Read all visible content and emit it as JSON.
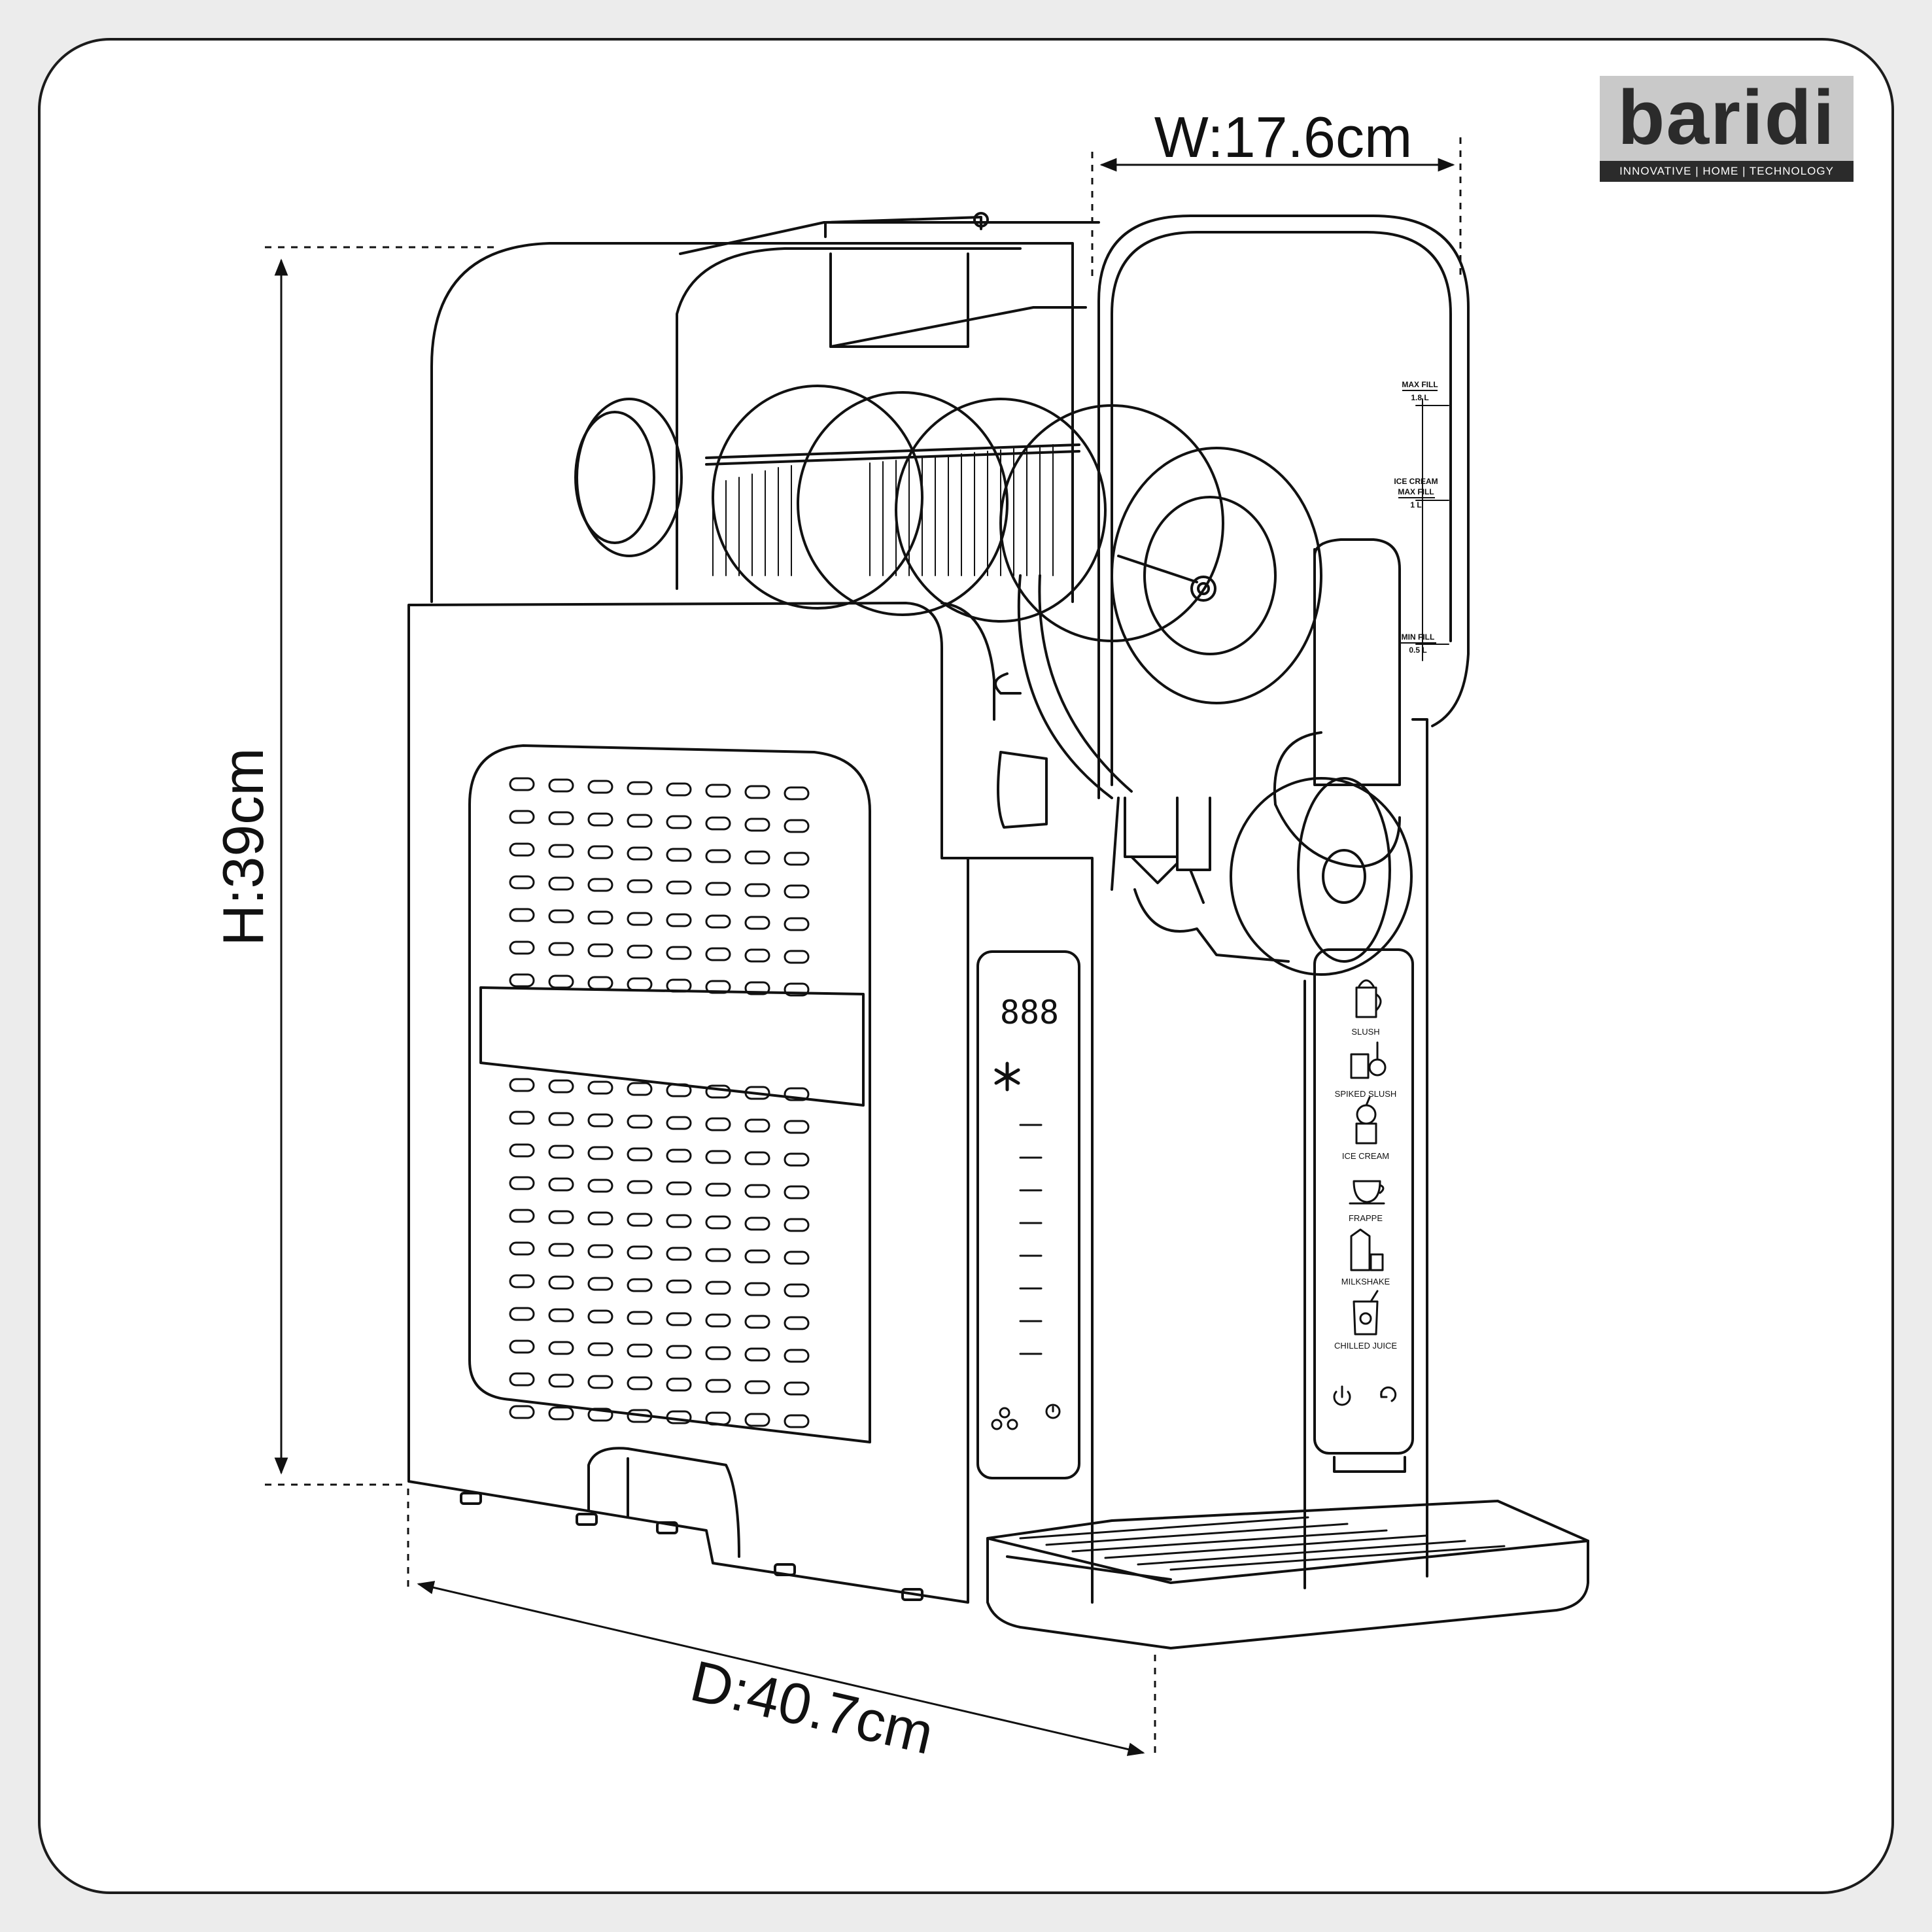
{
  "brand": {
    "name": "baridi",
    "tagline": "INNOVATIVE | HOME | TECHNOLOGY",
    "colors": {
      "box": "#c9c9c9",
      "bar": "#2b2b2b",
      "line": "#111111"
    }
  },
  "dimensions": {
    "width": "W:17.6cm",
    "height": "H:39cm",
    "depth": "D:40.7cm"
  },
  "bowl_marks": {
    "max_fill": {
      "title": "MAX FILL",
      "value": "1.8 L"
    },
    "ice_cream": {
      "title1": "ICE CREAM",
      "title2": "MAX FILL",
      "value": "1 L"
    },
    "min_fill": {
      "title": "MIN FILL",
      "value": "0.5 L"
    }
  },
  "display": {
    "readout": "888",
    "icons": [
      "snowflake-icon",
      "fan-icon",
      "timer-icon"
    ]
  },
  "programs": [
    "SLUSH",
    "SPIKED SLUSH",
    "ICE CREAM",
    "FRAPPE",
    "MILKSHAKE",
    "CHILLED JUICE"
  ],
  "controls": [
    "power-icon",
    "cycle-icon"
  ]
}
